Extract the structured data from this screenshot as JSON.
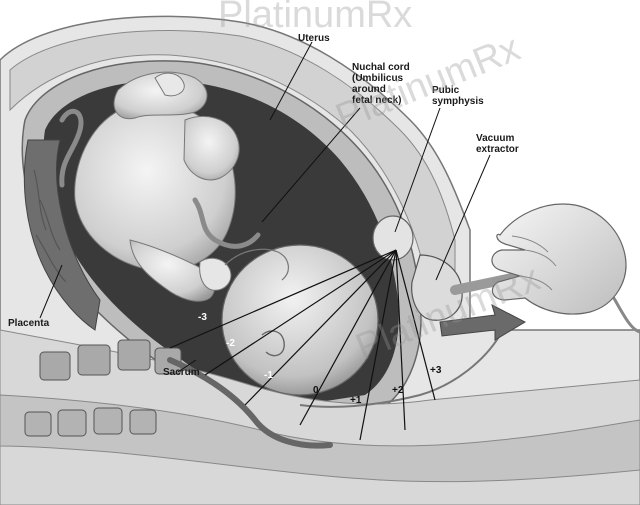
{
  "labels": {
    "uterus": "Uterus",
    "nuchal_cord": [
      "Nuchal cord",
      "(Umbilicus",
      "around",
      "fetal neck)"
    ],
    "pubic_symphysis": [
      "Pubic",
      "symphysis"
    ],
    "vacuum_extractor": [
      "Vacuum",
      "extractor"
    ],
    "placenta": "Placenta",
    "sacrum": "Sacrum"
  },
  "stations": [
    "-3",
    "-2",
    "-1",
    "0",
    "+1",
    "+2",
    "+3"
  ],
  "watermark": "PlatinumRx"
}
